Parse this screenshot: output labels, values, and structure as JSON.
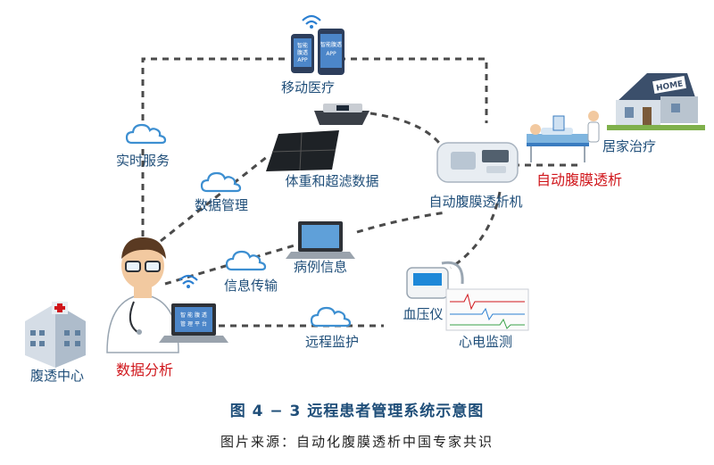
{
  "nodes": {
    "mobile_medical": "移动医疗",
    "realtime_service": "实时服务",
    "weight_uf_data": "体重和超滤数据",
    "data_management": "数据管理",
    "apd_machine": "自动腹膜透析机",
    "home_treatment": "居家治疗",
    "apd": "自动腹膜透析",
    "medical_records": "病例信息",
    "info_transmission": "信息传输",
    "blood_pressure": "血压仪",
    "ecg_monitoring": "心电监测",
    "remote_monitoring": "远程监护",
    "dialysis_center": "腹透中心",
    "data_analysis": "数据分析"
  },
  "device_text": {
    "phone_line1": "智能",
    "phone_line2": "腹透",
    "phone_line3": "APP",
    "phone2_line1": "智能腹透",
    "phone2_line2": "APP",
    "laptop_line1": "智 能 腹 透",
    "laptop_line2": "管 理 平 台",
    "house_sign": "HOME"
  },
  "caption": "图 4 − 3    远程患者管理系统示意图",
  "source": "图片来源：自动化腹膜透析中国专家共识",
  "colors": {
    "label_blue": "#1f4e79",
    "label_red": "#d0161b",
    "cloud": "#3d8fd1",
    "dashed_line": "#4b4b4b"
  }
}
